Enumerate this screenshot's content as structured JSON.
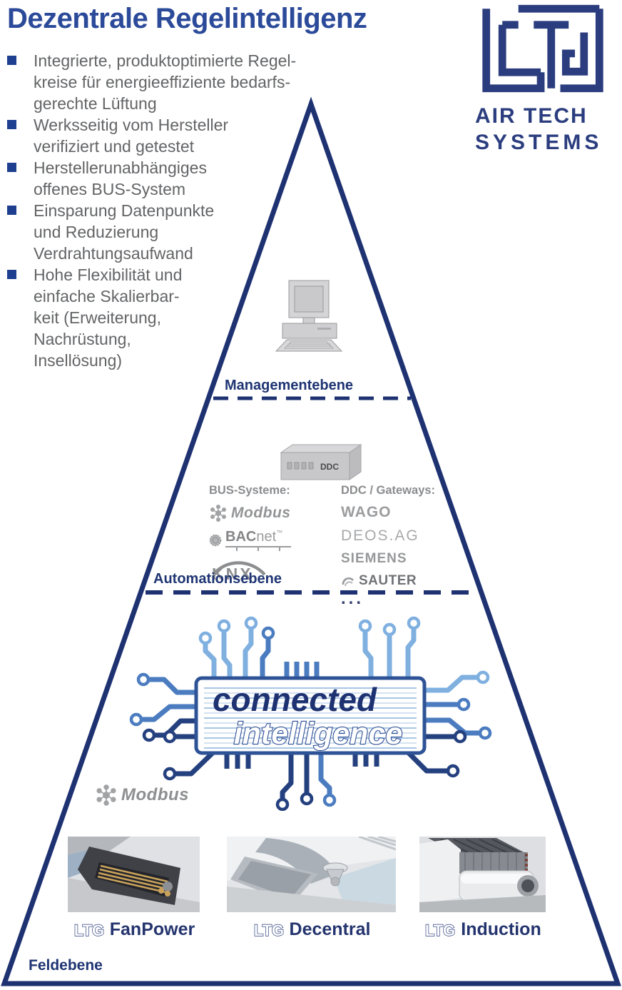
{
  "title": "Dezentrale Regelintelligenz",
  "brand": {
    "logo_text": "LTG",
    "air_tech": "AIR TECH",
    "systems": "SYSTEMS"
  },
  "bullets": [
    "Integrierte, produktoptimierte Regel-\nkreise für energieeffiziente bedarfs-\ngerechte Lüftung",
    "Werksseitig vom Hersteller\nverifiziert und getestet",
    "Herstellerunabhängiges\noffenes BUS-System",
    "Einsparung Datenpunkte\nund Reduzierung\nVerdrahtungsaufwand",
    "Hohe Flexibilität und\neinfache Skalierbar-\nkeit (Erweiterung,\nNachrüstung,\nInsellösung)"
  ],
  "levels": {
    "management": "Managementebene",
    "automation": "Automationsebene",
    "field": "Feldebene"
  },
  "automation": {
    "ddc_label": "DDC",
    "bus_heading": "BUS-Systeme:",
    "gateway_heading": "DDC / Gateways:",
    "logos": {
      "modbus": "Modbus",
      "bacnet_bac": "BAC",
      "bacnet_net": "net",
      "bacnet_tm": "™",
      "knx": "KNX",
      "wago": "WAGO",
      "deos": "DEOS.AG",
      "siemens": "SIEMENS",
      "sauter": "SAUTER",
      "more": "..."
    }
  },
  "chip": {
    "line1": "connected",
    "line2": "intelligence"
  },
  "field": {
    "modbus": "Modbus"
  },
  "products": [
    {
      "brand": "LTG",
      "name": "FanPower"
    },
    {
      "brand": "LTG",
      "name": "Decentral"
    },
    {
      "brand": "LTG",
      "name": "Induction"
    }
  ],
  "colors": {
    "navy": "#1e3272",
    "title_blue": "#2b4a99",
    "text_gray": "#636466",
    "logo_gray": "#939496",
    "trace_light": "#7fb0e0",
    "trace_mid": "#4b7cc0"
  }
}
